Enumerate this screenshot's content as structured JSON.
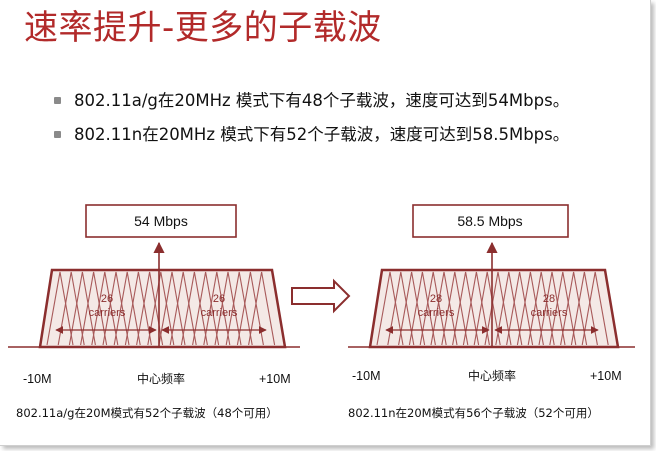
{
  "title": "速率提升-更多的子载波",
  "bullets": [
    "802.11a/g在20MHz 模式下有48个子载波，速度可达到54Mbps。",
    "802.11n在20MHz 模式下有52个子载波，速度可达到58.5Mbps。"
  ],
  "left": {
    "speed": "54 Mbps",
    "group_count": "26",
    "group_unit": "carriers",
    "axis_minus": "-10M",
    "axis_center": "中心频率",
    "axis_plus": "+10M",
    "caption": "802.11a/g在20M模式有52个子载波（48个可用）"
  },
  "right": {
    "speed": "58.5 Mbps",
    "group_count": "28",
    "group_unit": "carriers",
    "axis_minus": "-10M",
    "axis_center": "中心频率",
    "axis_plus": "+10M",
    "caption": "802.11n在20M模式有56个子载波（52个可用）"
  },
  "icons": {
    "transition_arrow": "right-hollow-arrow-icon"
  },
  "colors": {
    "accent": "#b22a2a",
    "diagram": "#8b2e2e",
    "bullet": "#8a8a8a"
  }
}
